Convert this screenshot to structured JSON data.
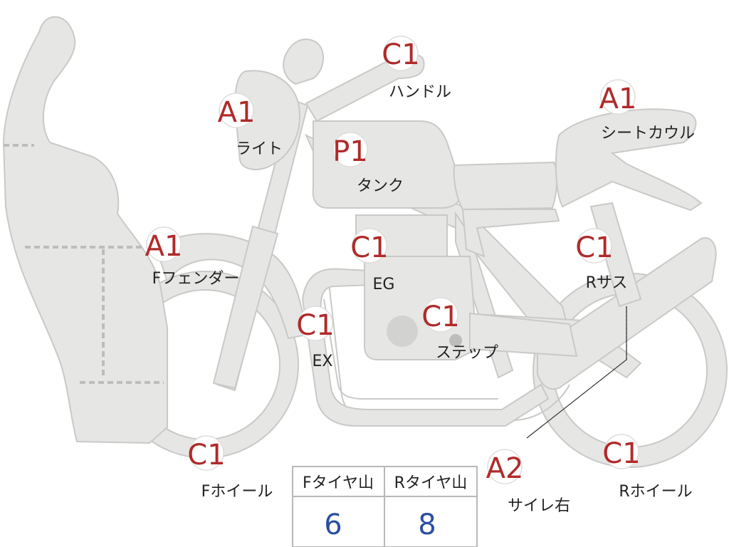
{
  "colors": {
    "body_fill": "#e6e6e4",
    "outline": "#c9c9c7",
    "grade_text": "#b02a2a",
    "tread_value": "#2a4fa0",
    "badge_bg": "#ffffff"
  },
  "parts": [
    {
      "id": "handle",
      "grade": "C1",
      "label": "ハンドル"
    },
    {
      "id": "light",
      "grade": "A1",
      "label": "ライト"
    },
    {
      "id": "tank",
      "grade": "P1",
      "label": "タンク"
    },
    {
      "id": "seat-cowl",
      "grade": "A1",
      "label": "シートカウル"
    },
    {
      "id": "f-fender",
      "grade": "A1",
      "label": "Fフェンダー"
    },
    {
      "id": "eg",
      "grade": "C1",
      "label": "EG"
    },
    {
      "id": "r-sus",
      "grade": "C1",
      "label": "Rサス"
    },
    {
      "id": "ex",
      "grade": "C1",
      "label": "EX"
    },
    {
      "id": "step",
      "grade": "C1",
      "label": "ステップ"
    },
    {
      "id": "f-wheel",
      "grade": "C1",
      "label": "Fホイール"
    },
    {
      "id": "muffler-r",
      "grade": "A2",
      "label": "サイレ右"
    },
    {
      "id": "r-wheel",
      "grade": "C1",
      "label": "Rホイール"
    }
  ],
  "tread_table": {
    "headers": [
      "Fタイヤ山",
      "Rタイヤ山"
    ],
    "values": [
      "6",
      "8"
    ]
  }
}
